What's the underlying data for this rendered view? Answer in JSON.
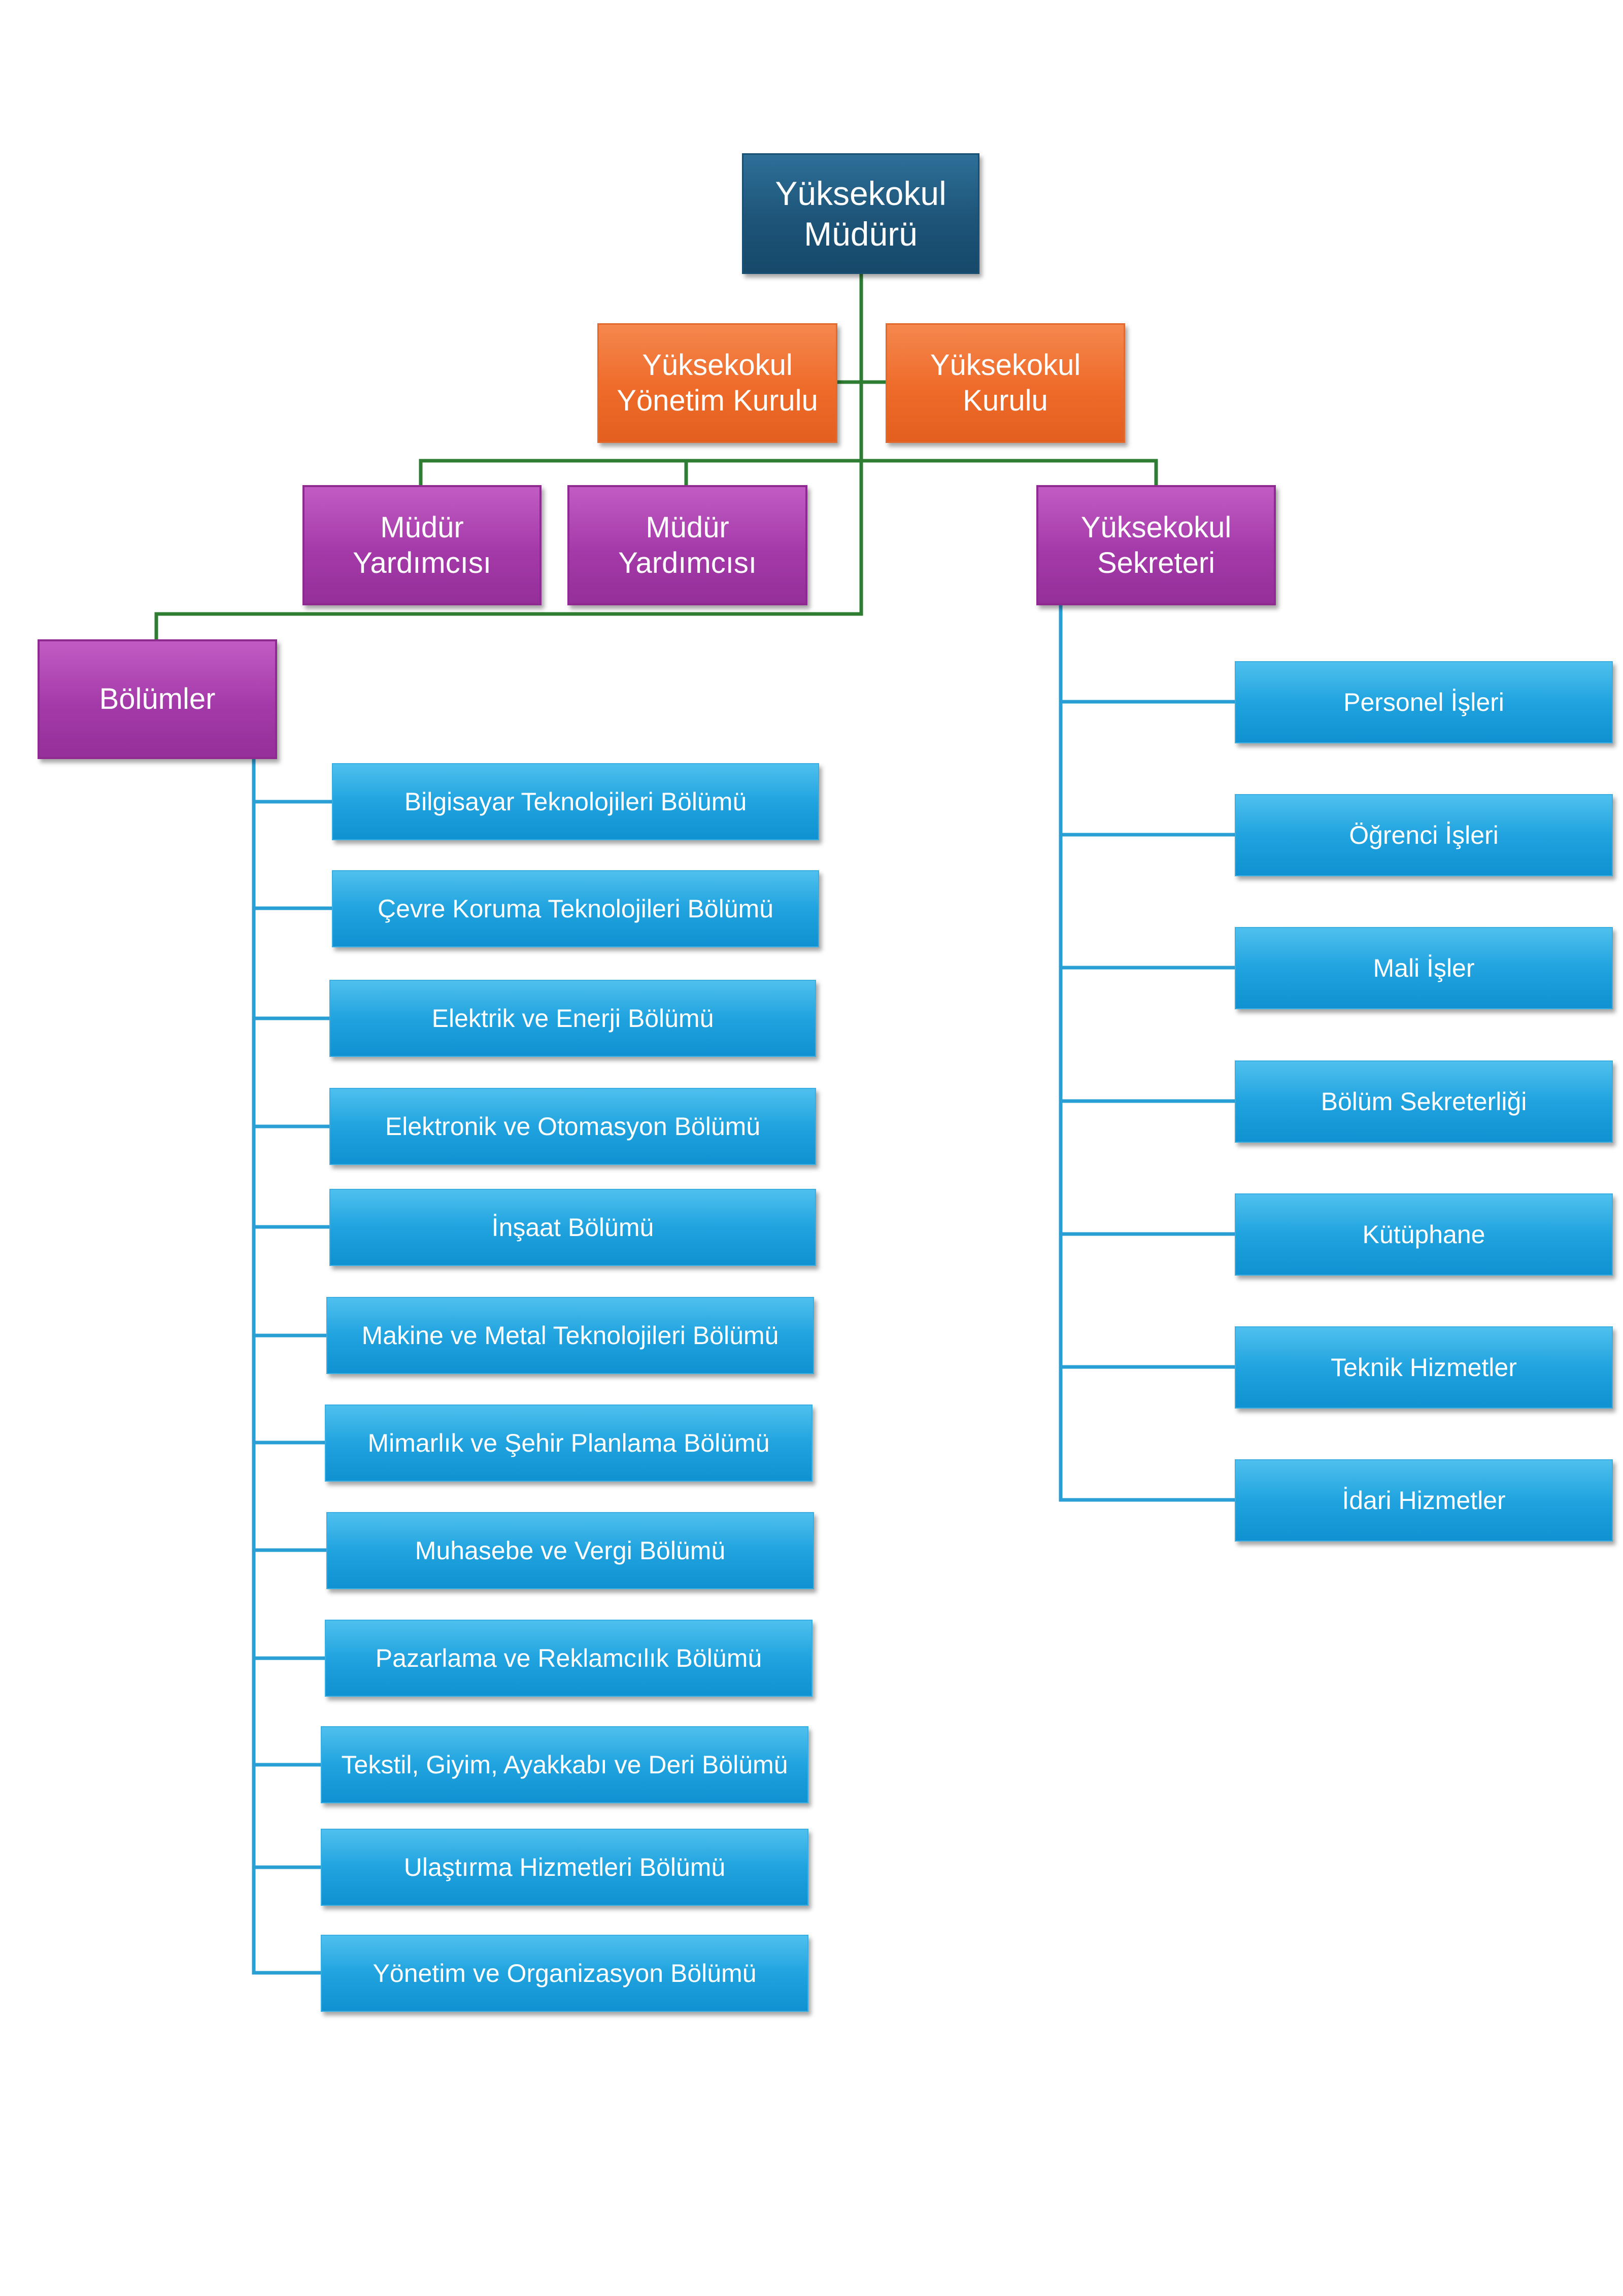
{
  "top": {
    "director": "Yüksekokul\nMüdürü"
  },
  "councils": {
    "management_board": "Yüksekokul\nYönetim Kurulu",
    "school_board": "Yüksekokul\nKurulu"
  },
  "deputies": {
    "deputy_1": "Müdür\nYardımcısı",
    "deputy_2": "Müdür\nYardımcısı"
  },
  "secretary": {
    "label": "Yüksekokul\nSekreteri"
  },
  "departments_header": {
    "label": "Bölümler"
  },
  "departments": [
    "Bilgisayar Teknolojileri Bölümü",
    "Çevre Koruma Teknolojileri Bölümü",
    "Elektrik ve Enerji Bölümü",
    "Elektronik ve Otomasyon Bölümü",
    "İnşaat Bölümü",
    "Makine ve Metal Teknolojileri Bölümü",
    "Mimarlık ve Şehir Planlama Bölümü",
    "Muhasebe ve Vergi Bölümü",
    "Pazarlama ve Reklamcılık Bölümü",
    "Tekstil, Giyim, Ayakkabı ve Deri Bölümü",
    "Ulaştırma Hizmetleri Bölümü",
    "Yönetim ve Organizasyon Bölümü"
  ],
  "secretary_units": [
    "Personel İşleri",
    "Öğrenci İşleri",
    "Mali İşler",
    "Bölüm Sekreterliği",
    "Kütüphane",
    "Teknik Hizmetler",
    "İdari Hizmetler"
  ],
  "colors": {
    "director": "#1d5478",
    "council": "#ee6b2a",
    "purple": "#a43aa9",
    "unit": "#20a3df",
    "connector_green": "#2e7d32",
    "connector_blue": "#2a9fd6"
  }
}
